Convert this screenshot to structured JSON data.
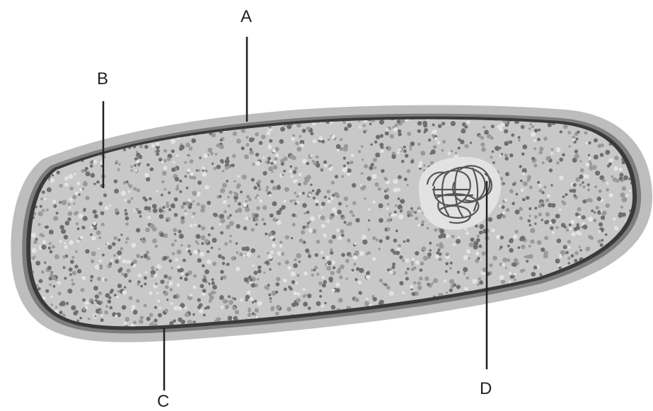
{
  "labels": {
    "a": "A",
    "b": "B",
    "c": "C",
    "d": "D"
  },
  "colors": {
    "capsule": "#bdbdbd",
    "cell_wall": "#7d7d7d",
    "membrane": "#3a3a3a",
    "cytoplasm": "#c8c8c8",
    "granule_dark": "#6f6f6f",
    "granule_mid": "#9a9a9a",
    "granule_light": "#e3e3e3",
    "nucleoid_region": "#e2e2e2",
    "nucleoid_strand": "#555555",
    "leader_line": "#231f20",
    "text": "#231f20"
  }
}
